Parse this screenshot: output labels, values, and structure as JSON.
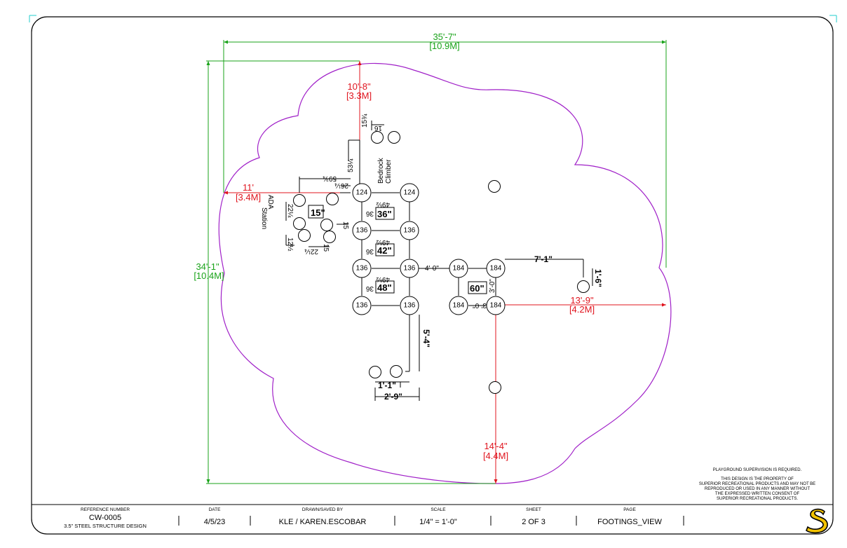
{
  "drawing": {
    "overall_width": "35'-7\"",
    "overall_width_metric": "[10.9M]",
    "overall_depth": "34'-1\"",
    "overall_depth_metric": "[10.4M]",
    "top_clearance": "10'-8\"",
    "top_clearance_metric": "[3.3M]",
    "left_clearance": "11'",
    "left_clearance_metric": "[3.4M]",
    "right_clearance": "13'-9\"",
    "right_clearance_metric": "[4.2M]",
    "bottom_clearance": "14'-4\"",
    "bottom_clearance_metric": "[4.4M]"
  },
  "posts": {
    "p124": "124",
    "p136": "136",
    "p184": "184"
  },
  "labels": {
    "bedrock": "Bedrock",
    "climber": "Climber",
    "ada": "ADA",
    "station": "Station",
    "deck_15": "15\"",
    "deck_36": "36\"",
    "deck_42": "42\"",
    "deck_48": "48\"",
    "deck_60": "60\""
  },
  "dims": {
    "d15_3_4": "15¾",
    "d16": "16",
    "d53_1_4": "53¼",
    "d59_3_4": "59¾",
    "d26_1_4": "26¼",
    "d22_1_4_a": "22¼",
    "d12_1_2": "12½",
    "d15_small": "15",
    "d22_1_4_b": "22¼",
    "d15_b": "15",
    "d49_1_2_a": "49½",
    "d36_a": "36",
    "d49_1_2_b": "49½",
    "d36_b": "36",
    "d49_1_2_c": "49½",
    "d36_c": "36",
    "d4_0": "4'-0\"",
    "d3_0_a": "3'-0\"",
    "d3_0_b": "3'-0\"",
    "d7_1": "7'-1\"",
    "d1_6": "1'-6\"",
    "d5_4": "5'-4\"",
    "d1_1": "1'-1\"",
    "d2_9": "2'-9\""
  },
  "notice": {
    "line1": "PLAYGROUND SUPERVISION IS REQUIRED.",
    "line2": "THIS DESIGN IS THE PROPERTY OF",
    "line3": "SUPERIOR RECREATIONAL PRODUCTS AND MAY NOT BE",
    "line4": "REPRODUCED OR USED IN ANY MANNER WITHOUT",
    "line5": "THE EXPRESSED WRITTEN CONSENT OF",
    "line6": "SUPERIOR RECREATIONAL PRODUCTS."
  },
  "title_block": {
    "ref_header": "REFERENCE NUMBER",
    "ref_value": "CW-0005",
    "ref_sub": "3.5\" STEEL STRUCTURE DESIGN",
    "date_header": "DATE",
    "date_value": "4/5/23",
    "drawn_header": "DRAWN/SAVED BY",
    "drawn_value": "KLE / KAREN.ESCOBAR",
    "scale_header": "SCALE",
    "scale_value": "1/4\" = 1'-0\"",
    "sheet_header": "SHEET",
    "sheet_value": "2 OF 3",
    "page_header": "PAGE",
    "page_value": "FOOTINGS_VIEW"
  },
  "colors": {
    "use_zone": "#a020c8",
    "overall_dims": "#1aa31a",
    "clearance_dims": "#e0141e",
    "linework": "#000000",
    "logo": "#f2c200"
  },
  "logo": {
    "icon": "superior-s-logo-icon"
  }
}
